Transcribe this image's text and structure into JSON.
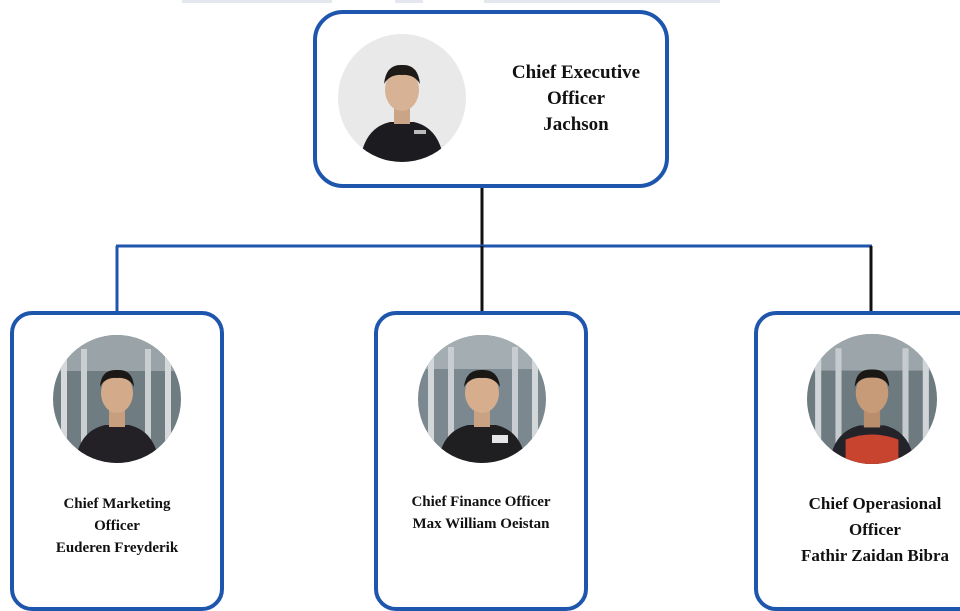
{
  "org_chart": {
    "ceo": {
      "title_line1": "Chief Executive",
      "title_line2": "Officer",
      "name": "Jachson",
      "photo": "portrait-photo",
      "shirt_color": "#1c1c20",
      "backdrop_color": "#e9e9e9"
    },
    "cmo": {
      "title_line1": "Chief Marketing",
      "title_line2": "Officer",
      "name": "Euderen Freyderik",
      "photo": "portrait-photo",
      "shirt_color": "#232026",
      "backdrop_color": "#6f7d82"
    },
    "cfo": {
      "title_line1": "Chief Finance Officer",
      "name": "Max William Oeistan",
      "photo": "portrait-photo",
      "shirt_color": "#1f1f22",
      "backdrop_color": "#7b8890"
    },
    "coo": {
      "title_line1": "Chief Operasional",
      "title_line2": "Officer",
      "name": "Fathir Zaidan Bibra",
      "photo": "portrait-photo",
      "shirt_color": "#c8442e",
      "backdrop_color": "#6d7a80"
    }
  },
  "colors": {
    "box_border": "#1f56ad",
    "connector_blue": "#1f56ad",
    "connector_black": "#111111"
  }
}
